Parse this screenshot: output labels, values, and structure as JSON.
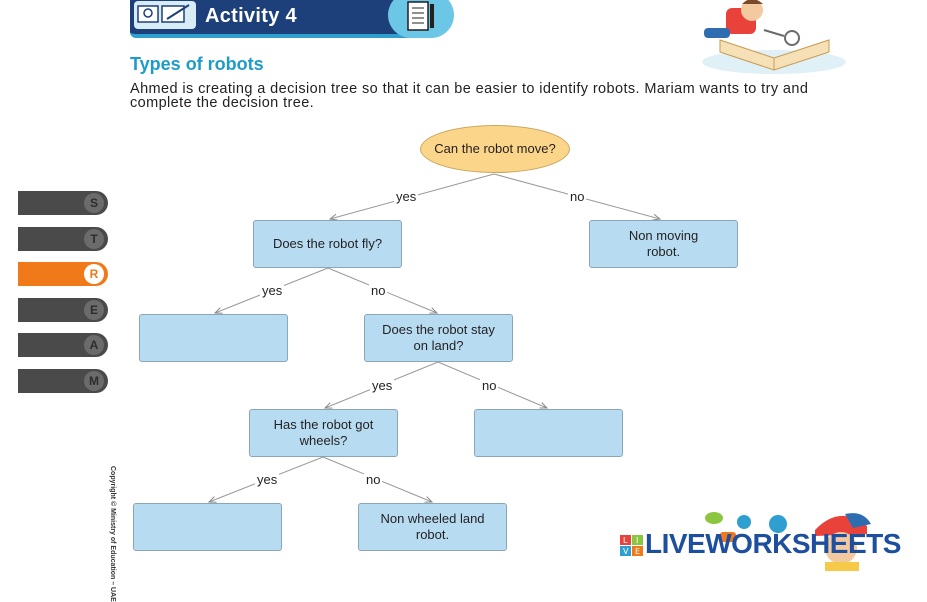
{
  "header": {
    "activity_title": "Activity 4",
    "section_title": "Types of robots",
    "intro": "Ahmed is creating a decision tree so that it can be easier to identify robots. Mariam wants to try and complete the decision tree."
  },
  "side_tabs": [
    {
      "letter": "S",
      "active": false
    },
    {
      "letter": "T",
      "active": false
    },
    {
      "letter": "R",
      "active": true
    },
    {
      "letter": "E",
      "active": false
    },
    {
      "letter": "A",
      "active": false
    },
    {
      "letter": "M",
      "active": false
    }
  ],
  "tree": {
    "root": "Can the robot move?",
    "q_fly": "Does the robot fly?",
    "non_moving": "Non moving robot.",
    "blank_fly_yes": "",
    "q_land": "Does the robot stay on land?",
    "q_wheels": "Has the robot got wheels?",
    "blank_land_no": "",
    "blank_wheels_yes": "",
    "non_wheeled": "Non wheeled land robot.",
    "yes": "yes",
    "no": "no"
  },
  "copyright": "Copyright © Ministry of Education – UAE",
  "watermark": {
    "text": "LIVEWORKSHEETS",
    "logo_letters": [
      "L",
      "I",
      "V",
      "E"
    ]
  },
  "colors": {
    "banner": "#1d3f7a",
    "section_title": "#1e9bc9",
    "node_fill": "#b7dcf2",
    "root_fill": "#fbd68a",
    "tab_active": "#f07a1a",
    "tab_inactive": "#4a4a4a"
  }
}
